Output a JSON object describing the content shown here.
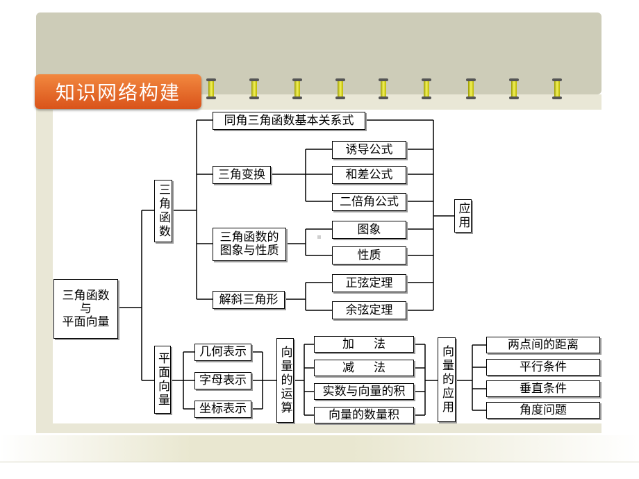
{
  "title": "知识网络构建",
  "root": "三角函数\n与\n平面向量",
  "trig": {
    "label": "三角函数",
    "identities": "同角三角函数基本关系式",
    "transform": {
      "label": "三角变换",
      "items": [
        "诱导公式",
        "和差公式",
        "二倍角公式"
      ]
    },
    "graph": {
      "label": "三角函数的\n图象与性质",
      "items": [
        "图象",
        "性质"
      ]
    },
    "triangle": {
      "label": "解斜三角形",
      "items": [
        "正弦定理",
        "余弦定理"
      ]
    },
    "application": "应用"
  },
  "vector": {
    "label": "平面向量",
    "representations": [
      "几何表示",
      "字母表示",
      "坐标表示"
    ],
    "operations_label": "向量的运算",
    "operations": [
      "加法",
      "减法",
      "实数与向量的积",
      "向量的数量积"
    ],
    "applications_label": "向量的应用",
    "applications": [
      "两点间的距离",
      "平行条件",
      "垂直条件",
      "角度问题"
    ]
  },
  "colors": {
    "top_panel": "#cdccb8",
    "frame": "#e9e7d6",
    "title_tab": "#e66a28",
    "ring": "#e8e64a"
  }
}
